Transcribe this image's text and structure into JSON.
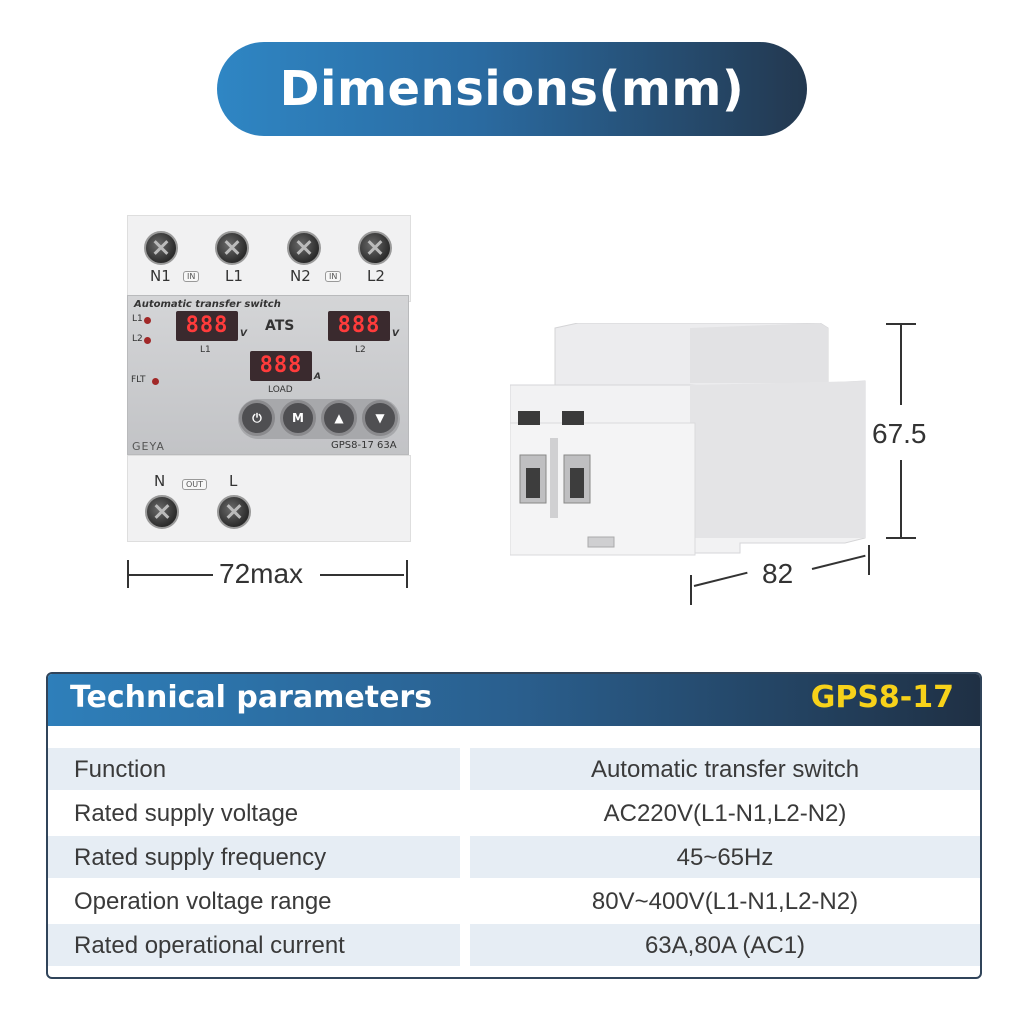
{
  "title": "Dimensions(mm)",
  "device_front": {
    "top_terminals": [
      "N1",
      "L1",
      "N2",
      "L2"
    ],
    "in_tag": "IN",
    "panel_title": "Automatic transfer switch",
    "led_labels": [
      "L1",
      "L2",
      "FLT"
    ],
    "display_l1": "888",
    "display_l2": "888",
    "display_load": "888",
    "unit_v": "V",
    "unit_a": "A",
    "ats_label": "ATS",
    "l1_caption": "L1",
    "l2_caption": "L2",
    "load_caption": "LOAD",
    "buttons": [
      "power-icon",
      "M",
      "up-icon",
      "down-icon"
    ],
    "brand": "GEYA",
    "model_rating": "GPS8-17 63A",
    "bottom_terminals": [
      "N",
      "L"
    ],
    "out_tag": "OUT"
  },
  "dimensions": {
    "width": "72max",
    "height": "67.5",
    "depth": "82"
  },
  "table": {
    "title": "Technical parameters",
    "model": "GPS8-17",
    "rows": [
      {
        "param": "Function",
        "value": "Automatic transfer switch"
      },
      {
        "param": "Rated supply voltage",
        "value": "AC220V(L1-N1,L2-N2)"
      },
      {
        "param": "Rated supply frequency",
        "value": "45~65Hz"
      },
      {
        "param": "Operation voltage range",
        "value": "80V~400V(L1-N1,L2-N2)"
      },
      {
        "param": "Rated operational current",
        "value": "63A,80A (AC1)"
      }
    ],
    "colors": {
      "row_shaded": "#e6edf4",
      "row_plain": "#ffffff",
      "model_text": "#f7d21a",
      "border": "#30445a"
    }
  }
}
